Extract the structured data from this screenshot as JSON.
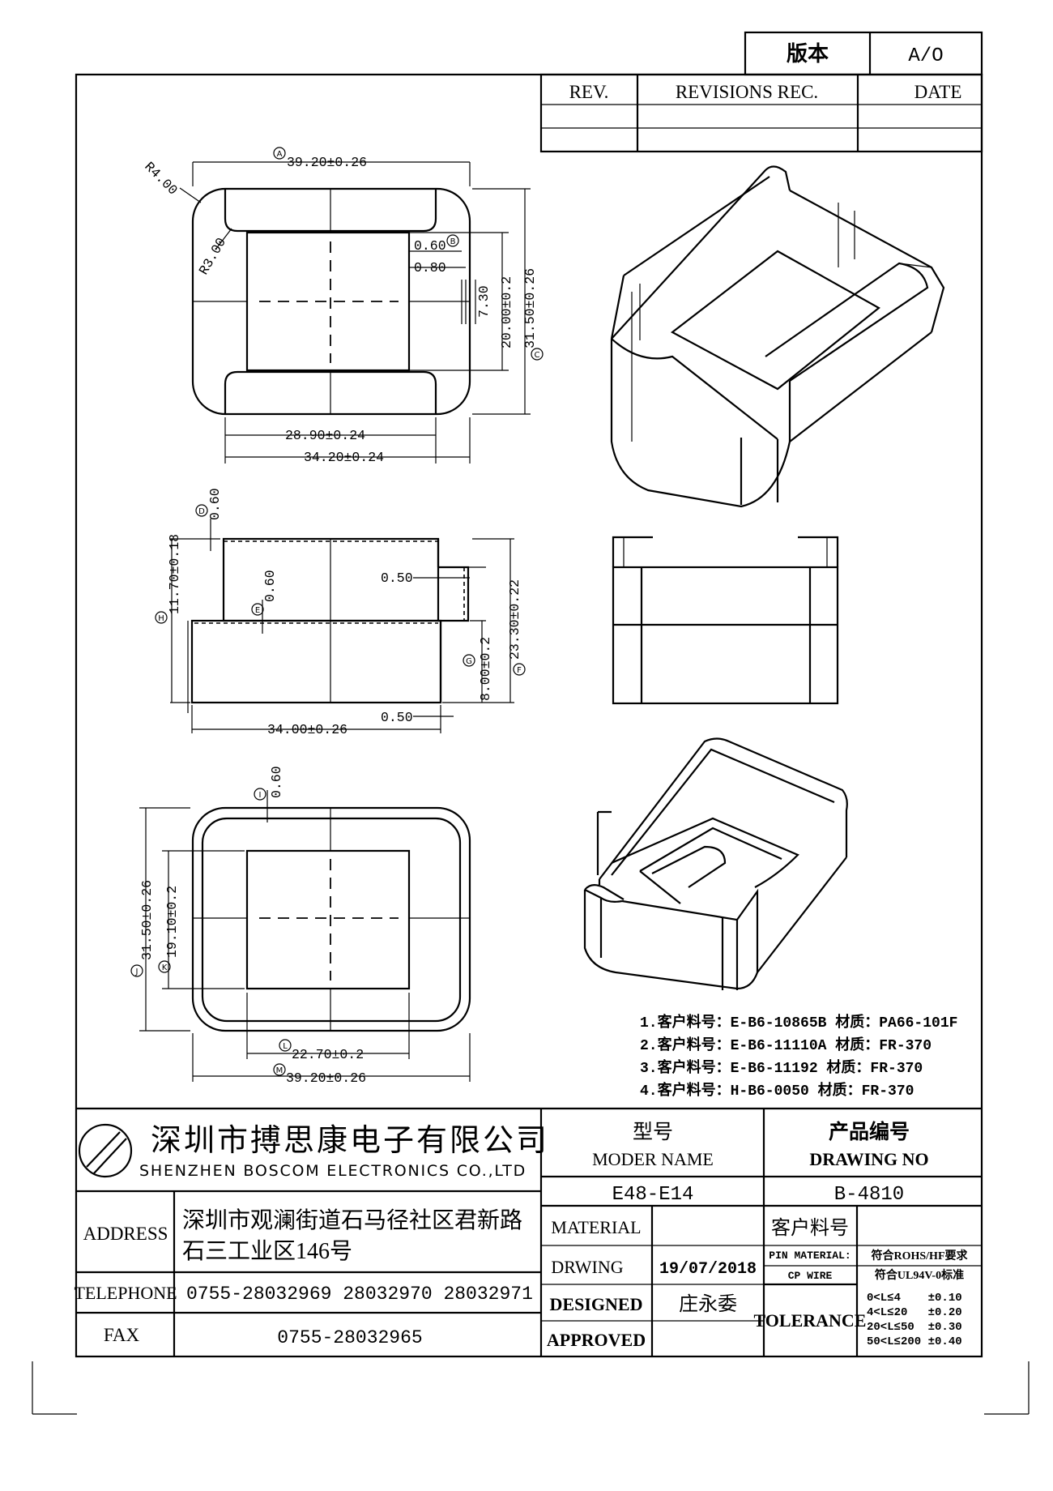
{
  "version_box": {
    "label": "版本",
    "value": "A/O"
  },
  "revisions": {
    "headers": [
      "REV.",
      "REVISIONS REC.",
      "DATE"
    ],
    "rows": [
      [
        "",
        "",
        ""
      ],
      [
        "",
        "",
        ""
      ]
    ]
  },
  "top_view": {
    "r_outer": "R4.00",
    "r_inner": "R3.00",
    "width": "39.20±0.26",
    "d060": "0.60",
    "d080": "0.80",
    "d730": "7.30",
    "d2000": "20.00±0.2",
    "d3150": "31.50±0.26",
    "d2890": "28.90±0.24",
    "d3420": "34.20±0.24",
    "marks": {
      "a": "A",
      "b": "B",
      "c": "C"
    }
  },
  "side_view": {
    "d060_top": "0.60",
    "d060_mid": "0.60",
    "d1170": "11.70±0.18",
    "d050_top": "0.50",
    "d050_bot": "0.50",
    "d800": "8.00±0.2",
    "d2330": "23.30±0.22",
    "d3400": "34.00±0.26",
    "marks": {
      "d": "D",
      "e": "E",
      "f": "F",
      "g": "G",
      "h": "H"
    }
  },
  "bottom_view": {
    "d060": "0.60",
    "d3150": "31.50±0.26",
    "d1910": "19.10±0.2",
    "d2270": "22.70±0.2",
    "d3920": "39.20±0.26",
    "marks": {
      "i": "I",
      "j": "J",
      "k": "K",
      "l": "L",
      "m": "M"
    }
  },
  "parts": [
    "1.客户料号：E-B6-10865B 材质：PA66-101F",
    "2.客户料号：E-B6-11110A 材质：FR-370",
    "3.客户料号：E-B6-11192  材质：FR-370",
    "4.客户料号：H-B6-0050   材质：FR-370"
  ],
  "title_block": {
    "company_cn": "深圳市搏思康电子有限公司",
    "company_en": "SHENZHEN BOSCOM ELECTRONICS CO.,LTD",
    "address_label": "ADDRESS",
    "address_line1": "深圳市观澜街道石马径社区君新路",
    "address_line2": "石三工业区146号",
    "telephone_label": "TELEPHONE",
    "telephone": "0755-28032969 28032970 28032971",
    "fax_label": "FAX",
    "fax": "0755-28032965",
    "model_label_cn": "型号",
    "model_label_en": "MODER NAME",
    "model_value": "E48-E14",
    "drawing_label_cn": "产品编号",
    "drawing_label_en": "DRAWING NO",
    "drawing_value": "B-4810",
    "material_label": "MATERIAL",
    "material_value": "",
    "customer_code_label": "客户料号",
    "customer_code_value": "",
    "drawing_by_label": "DRWING",
    "date": "19/07/2018",
    "pin_label": "PIN  MATERIAL:",
    "pin_value": "符合ROHS/HF要求",
    "cp_label": "CP WIRE",
    "cp_value": "符合UL94V-0标准",
    "designed_label": "DESIGNED",
    "designed_value": "庄永委",
    "tolerance_label": "TOLERANCE",
    "tol_lines": [
      "0<L≤4    ±0.10",
      "4<L≤20   ±0.20",
      "20<L≤50  ±0.30",
      "50<L≤200 ±0.40"
    ],
    "approved_label": "APPROVED",
    "approved_value": ""
  }
}
